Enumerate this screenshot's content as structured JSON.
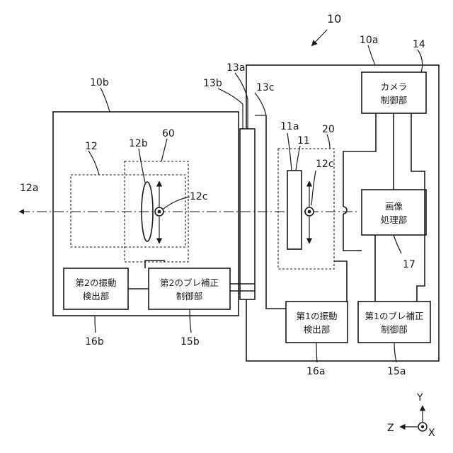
{
  "labels": {
    "device": "10",
    "body_unit": "10a",
    "lens_unit": "10b",
    "lens_group": "12",
    "optical_axis": "12a",
    "shake_lens": "12b",
    "axis_cross_lens": "12c",
    "axis_cross_sensor": "12c",
    "lens_module": "60",
    "sensor_module": "20",
    "sensor": "11",
    "sensor_face": "11a",
    "mount_a": "13a",
    "mount_b": "13b",
    "mount_c": "13c",
    "camera_ctrl_ref": "14",
    "image_proc_ref": "17",
    "ctrl1_ref": "15a",
    "ctrl2_ref": "15b",
    "det1_ref": "16a",
    "det2_ref": "16b",
    "axis_y": "Y",
    "axis_z": "Z",
    "axis_x": "X"
  },
  "blocks": {
    "camera_ctrl": [
      "カメラ",
      "制御部"
    ],
    "image_proc": [
      "画像",
      "処理部"
    ],
    "det1": [
      "第1の振動",
      "検出部"
    ],
    "ctrl1": [
      "第1のブレ補正",
      "制御部"
    ],
    "det2": [
      "第2の振動",
      "検出部"
    ],
    "ctrl2": [
      "第2のブレ補正",
      "制御部"
    ]
  }
}
